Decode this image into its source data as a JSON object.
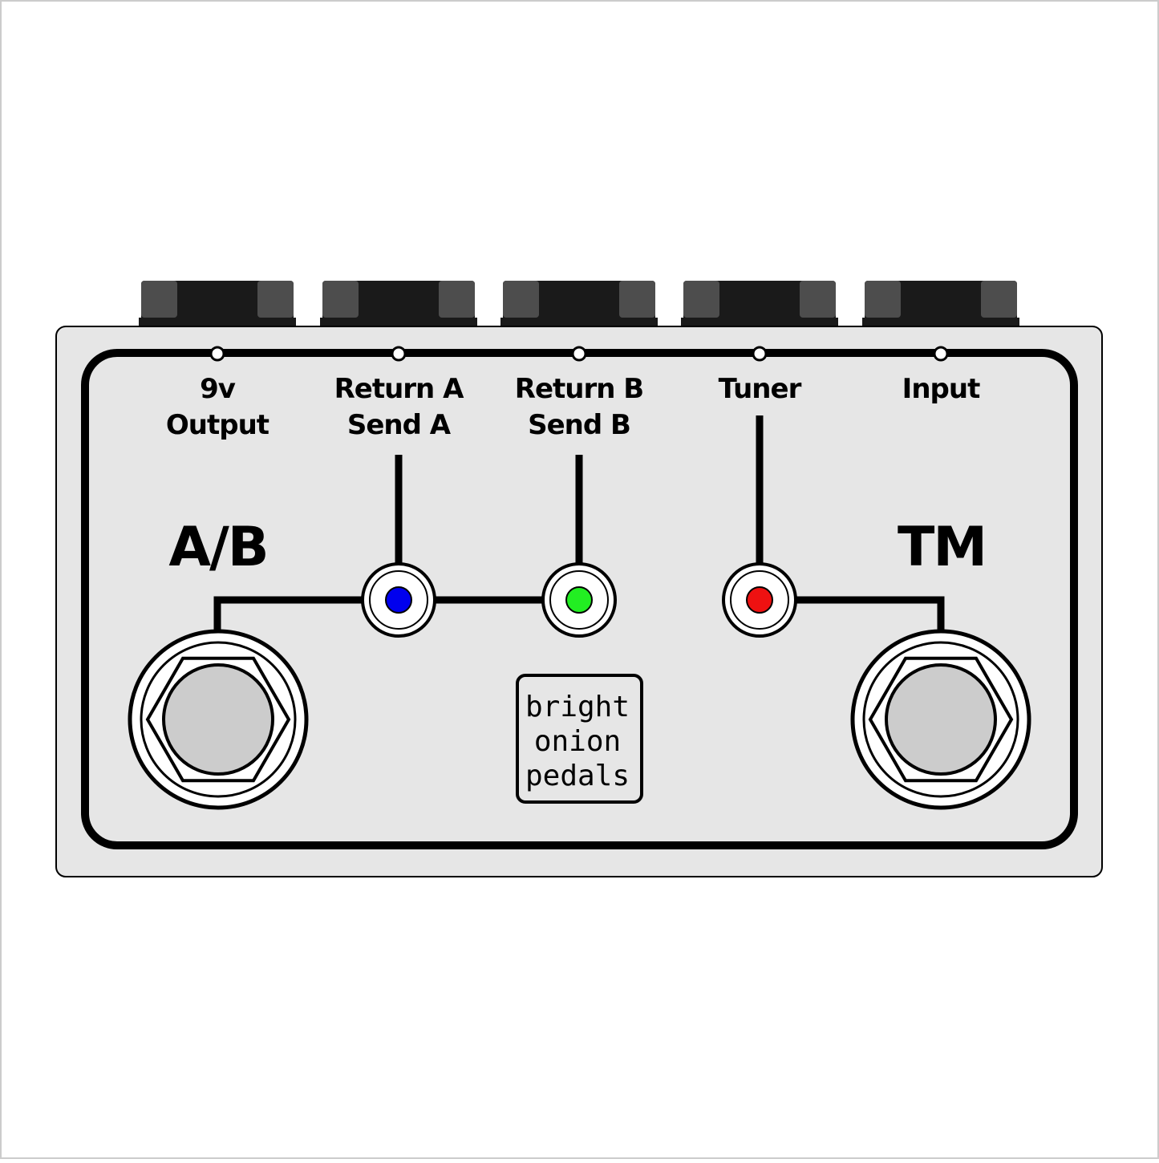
{
  "colors": {
    "enclosure": "#e6e6e6",
    "outline": "#000000",
    "jack_dark": "#1a1a1a",
    "jack_light": "#4d4d4d",
    "footswitch_cap": "#cccccc",
    "led_a": "#0000ee",
    "led_b": "#22ee22",
    "led_tuner": "#ee1111"
  },
  "jacks": [
    {
      "id": "jack-output",
      "lines": [
        "9v",
        "Output"
      ]
    },
    {
      "id": "jack-return-a",
      "lines": [
        "Return A",
        "Send A"
      ]
    },
    {
      "id": "jack-return-b",
      "lines": [
        "Return B",
        "Send B"
      ]
    },
    {
      "id": "jack-tuner",
      "lines": [
        "Tuner",
        ""
      ]
    },
    {
      "id": "jack-input",
      "lines": [
        "Input",
        ""
      ]
    }
  ],
  "modes": {
    "left": "A/B",
    "right": "TM"
  },
  "leds": [
    {
      "id": "led-a-icon",
      "color": "#0000ee"
    },
    {
      "id": "led-b-icon",
      "color": "#22ee22"
    },
    {
      "id": "led-tuner-icon",
      "color": "#ee1111"
    }
  ],
  "logo": {
    "lines": [
      "bright",
      "onion",
      "pedals"
    ]
  }
}
